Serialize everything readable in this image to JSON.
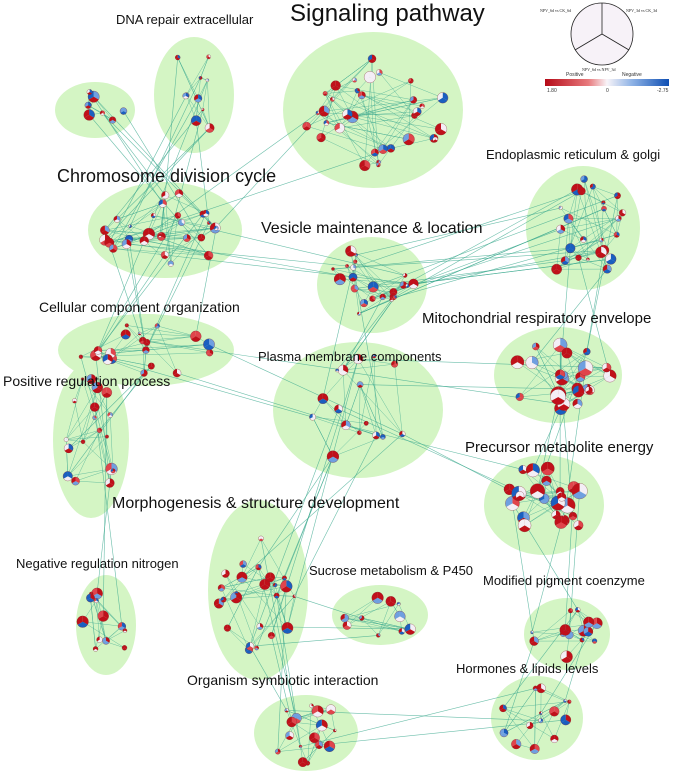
{
  "title": "Signaling pathway",
  "clusters": [
    {
      "id": "signaling",
      "label": "Signaling pathway"
    },
    {
      "id": "dna",
      "label": "DNA repair extracellular"
    },
    {
      "id": "chromo",
      "label": "Chromosome division cycle"
    },
    {
      "id": "er",
      "label": "Endoplasmic reticulum & golgi"
    },
    {
      "id": "vesicle",
      "label": "Vesicle maintenance & location"
    },
    {
      "id": "cellcomp",
      "label": "Cellular component organization"
    },
    {
      "id": "mito",
      "label": "Mitochondrial respiratory envelope"
    },
    {
      "id": "plasma",
      "label": "Plasma membrane components"
    },
    {
      "id": "posreg",
      "label": "Positive regulation process"
    },
    {
      "id": "precursor",
      "label": "Precursor metabolite energy"
    },
    {
      "id": "morpho",
      "label": "Morphogenesis & structure development"
    },
    {
      "id": "negreg",
      "label": "Negative regulation nitrogen"
    },
    {
      "id": "sucrose",
      "label": "Sucrose metabolism & P450"
    },
    {
      "id": "pigment",
      "label": "Modified pigment coenzyme"
    },
    {
      "id": "hormone",
      "label": "Hormones & lipids levels"
    },
    {
      "id": "symbiotic",
      "label": "Organism symbiotic interaction"
    }
  ],
  "legend": {
    "slice_labels": [
      "NPV_6d vs CK_6d",
      "NPV_3d vs CK_3d",
      "NPV_6d vs NPV_3d"
    ],
    "positive_label": "Positive",
    "negative_label": "Negative",
    "scale_min": "1.80",
    "scale_mid": "0",
    "scale_max": "-2.75"
  },
  "colors": {
    "cluster_fill": "#d4f5c4",
    "edge": "#3aa88e",
    "positive": "#c0101a",
    "negative": "#1a5fc0",
    "neutral": "#f4eef6"
  }
}
